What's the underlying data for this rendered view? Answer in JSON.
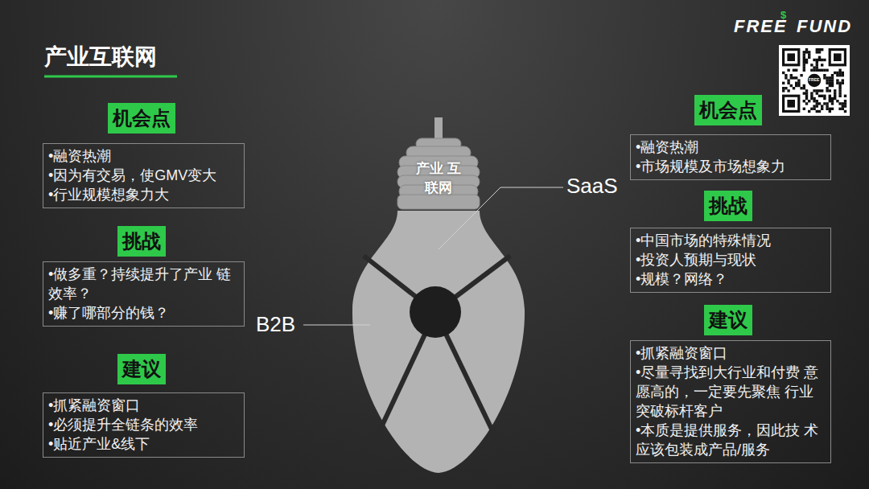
{
  "diagram": {
    "title": "产业互联网",
    "nodes": [
      {
        "text": [
          "机会点"
        ]
      },
      {
        "text": [
          "•融资热潮",
          "•因为有交易，使GMV变大",
          "•行业规模想象力大"
        ]
      },
      {
        "text": [
          "挑战"
        ]
      },
      {
        "text": [
          "•做多重？持续提升了产业 链效率？",
          "•赚了哪部分的钱？"
        ]
      },
      {
        "text": [
          "建议"
        ]
      },
      {
        "text": [
          "•抓紧融资窗口",
          "•必须提升全链条的效率",
          "•贴近产业&线下"
        ]
      },
      {
        "text": [
          "产业 互联网"
        ]
      },
      {
        "text": [
          "机会点"
        ]
      },
      {
        "text": [
          "•融资热潮",
          "•市场规模及市场想象力"
        ]
      },
      {
        "text": [
          "挑战"
        ]
      },
      {
        "text": [
          "•中国市场的特殊情况",
          "•投资人预期与现状",
          "•规模？网络？"
        ]
      },
      {
        "text": [
          "建议"
        ]
      },
      {
        "text": [
          "•抓紧融资窗口",
          "•尽量寻找到大行业和付费 意愿高的，一定要先聚焦 行业突破标杆客户",
          "•本质是提供服务，因此技 术应该包装成产品/服务"
        ]
      }
    ],
    "labels": [
      "SaaS",
      "B2B",
      "FREE",
      "$",
      "FUND",
      "FREE"
    ]
  }
}
